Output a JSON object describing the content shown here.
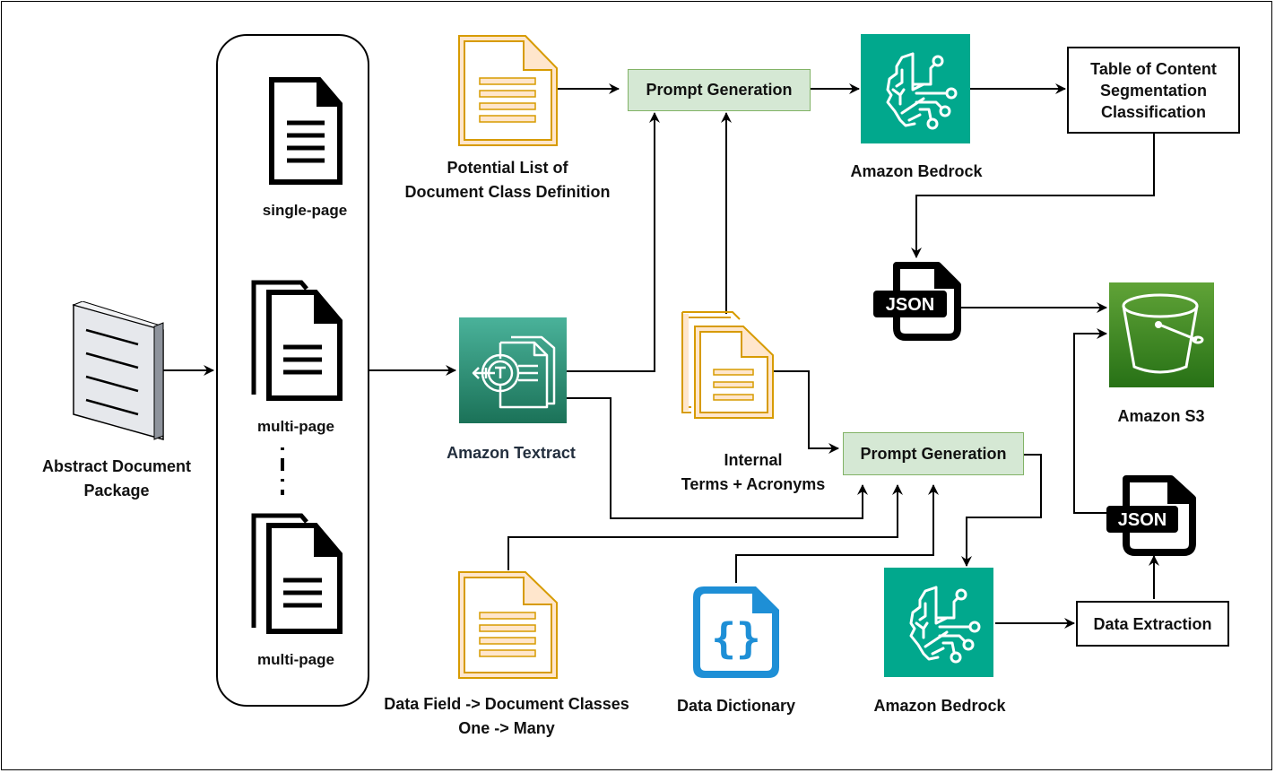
{
  "diagram": {
    "input": {
      "label_line1": "Abstract Document",
      "label_line2": "Package"
    },
    "page_types": [
      {
        "label": "single-page",
        "icon": "single-page-document-icon"
      },
      {
        "label": "multi-page",
        "icon": "multi-page-document-icon"
      },
      {
        "label": "multi-page",
        "icon": "multi-page-document-icon"
      }
    ],
    "class_definitions": {
      "label_line1": "Potential List of",
      "label_line2": "Document Class Definition"
    },
    "textract": {
      "label": "Amazon Textract"
    },
    "internal_terms": {
      "label_line1": "Internal",
      "label_line2": "Terms + Acronyms"
    },
    "prompt_generation_top": {
      "label": "Prompt Generation"
    },
    "prompt_generation_bottom": {
      "label": "Prompt Generation"
    },
    "bedrock_top": {
      "label": "Amazon Bedrock"
    },
    "bedrock_bottom": {
      "label": "Amazon Bedrock"
    },
    "toc_box": {
      "line1": "Table of Content",
      "line2": "Segmentation",
      "line3": "Classification"
    },
    "json_top": {
      "text": "JSON"
    },
    "json_bottom": {
      "text": "JSON"
    },
    "s3": {
      "label": "Amazon S3"
    },
    "data_field_mapping": {
      "label_line1": "Data Field -> Document Classes",
      "label_line2": "One -> Many"
    },
    "data_dictionary": {
      "label": "Data Dictionary"
    },
    "data_extraction": {
      "label": "Data Extraction"
    }
  },
  "colors": {
    "prompt_fill": "#d5e8d4",
    "prompt_border": "#82b366",
    "bedrock": "#01a88d",
    "textract_top": "#4ab29a",
    "textract_bottom": "#1b7258",
    "s3_top": "#60a337",
    "s3_bottom": "#277116",
    "doc_orange": "#d79b00",
    "doc_orange_fill": "#ffe6cc",
    "dictionary_blue": "#1e8fd6"
  }
}
